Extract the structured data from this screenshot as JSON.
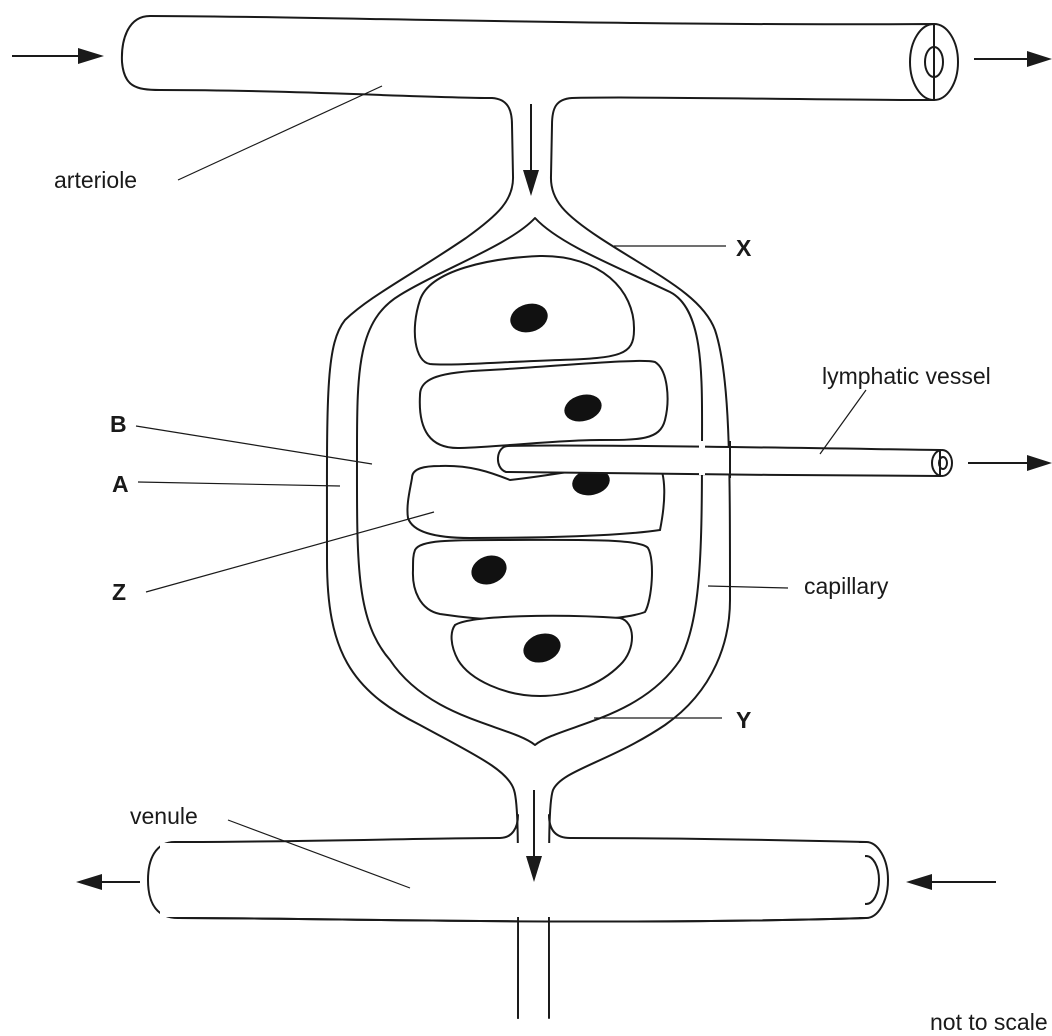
{
  "labels": {
    "arteriole": "arteriole",
    "venule": "venule",
    "lymphatic_vessel": "lymphatic vessel",
    "capillary": "capillary",
    "x": "X",
    "y": "Y",
    "a": "A",
    "b": "B",
    "z": "Z"
  },
  "footer": {
    "note": "not to scale"
  }
}
